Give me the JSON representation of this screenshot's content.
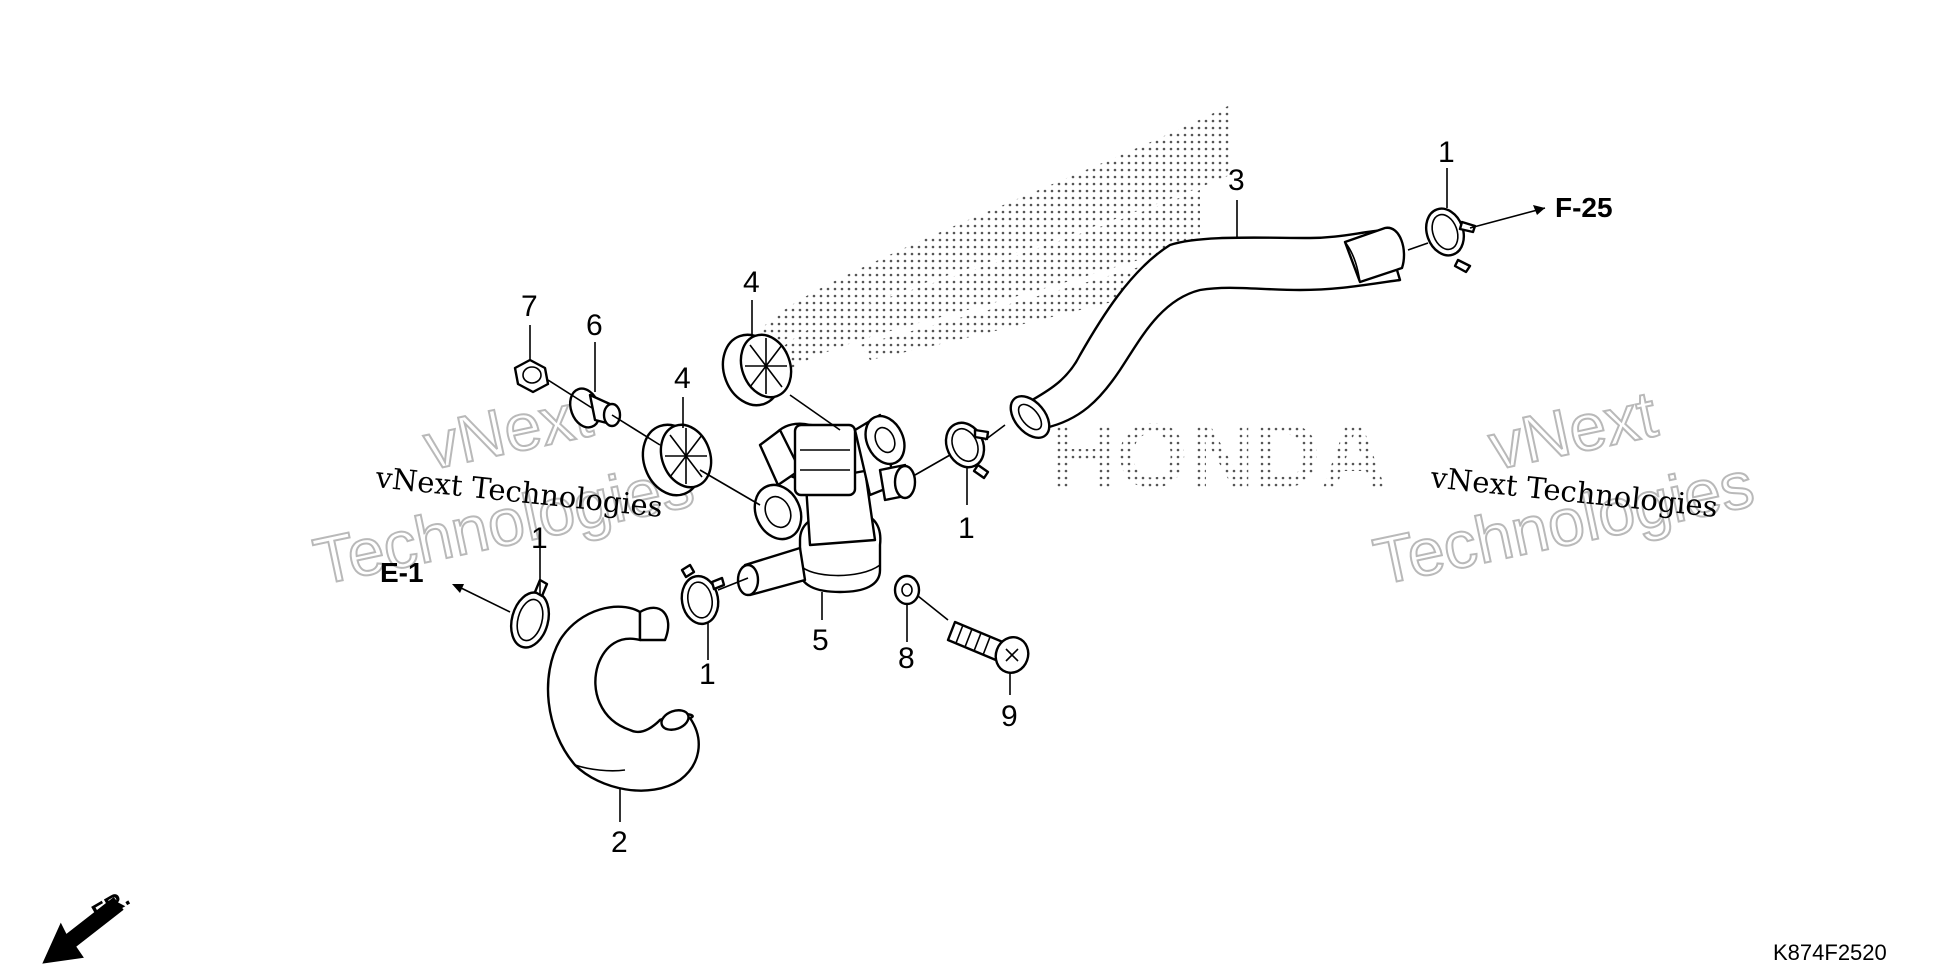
{
  "callouts": {
    "c1_top": "1",
    "c3": "3",
    "c4_upper": "4",
    "c4_lower": "4",
    "c7": "7",
    "c6": "6",
    "c1_mid": "1",
    "c1_left": "1",
    "c1_bottom": "1",
    "c5": "5",
    "c8": "8",
    "c9": "9",
    "c2": "2"
  },
  "references": {
    "f25": "F-25",
    "e1": "E-1"
  },
  "watermarks": {
    "left_small": "vNext Technologies",
    "left_big_line1": "vNext",
    "left_big_line2": "Technologies",
    "right_small": "vNext Technologies",
    "right_big_line1": "vNext",
    "right_big_line2": "Technologies"
  },
  "background_brand": "HONDA",
  "direction_label": "FR.",
  "diagram_code": "K874F2520"
}
